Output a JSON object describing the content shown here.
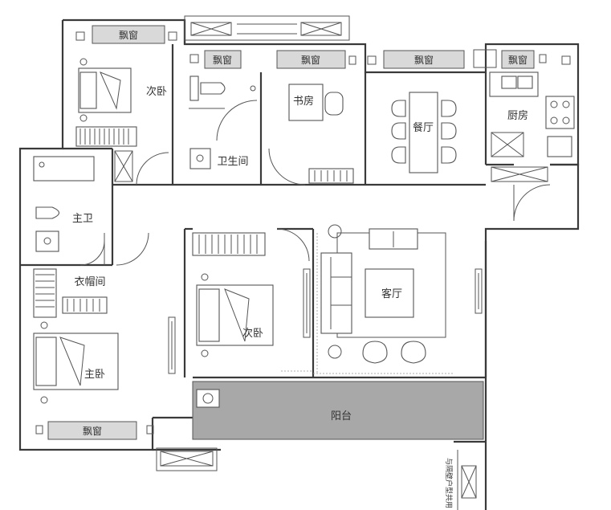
{
  "rooms": {
    "bay_window": "飘窗",
    "secondary_bedroom": "次卧",
    "bathroom": "卫生间",
    "study": "书房",
    "dining": "餐厅",
    "kitchen": "厨房",
    "master_bath": "主卫",
    "cloakroom": "衣帽间",
    "living": "客厅",
    "master_bedroom": "主卧",
    "balcony": "阳台"
  },
  "notes": {
    "shared_wall": "与隔壁户型共用"
  },
  "colors": {
    "wall": "#3a3a3a",
    "bay_fill": "#d9d9d9",
    "balcony_fill": "#a8a8a8"
  }
}
